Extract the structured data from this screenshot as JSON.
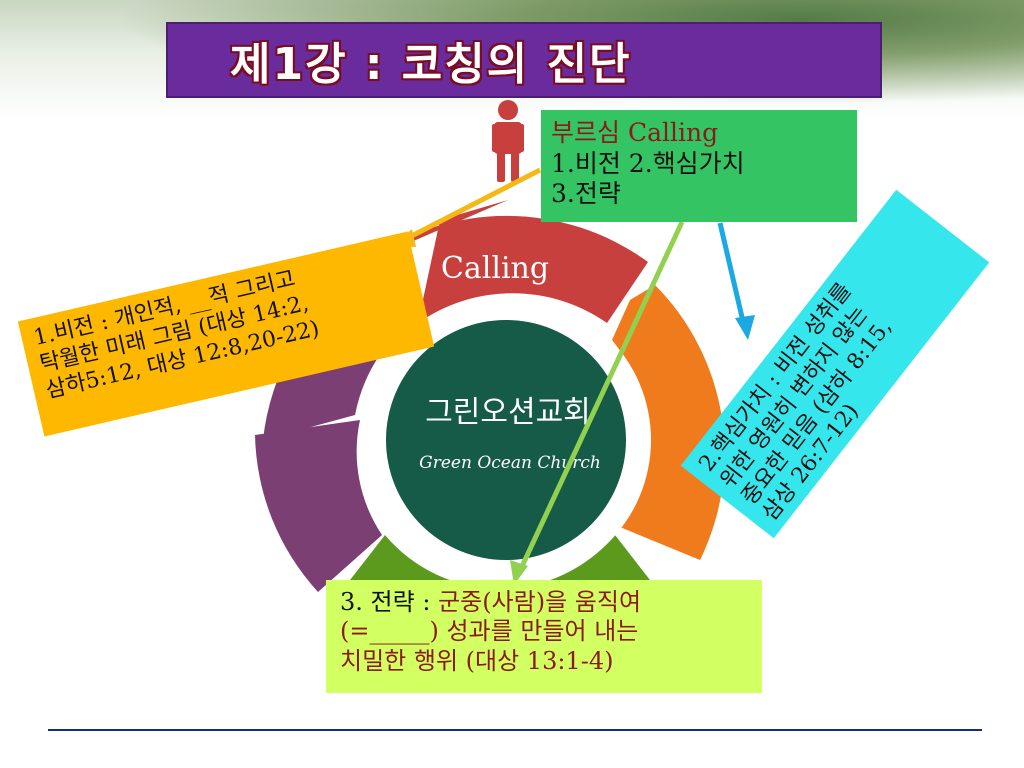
{
  "title": "제1강 : 코칭의 진단",
  "diagram": {
    "segment_label": "Calling",
    "center_title": "그린오션교회",
    "center_subtitle": "Green Ocean Church"
  },
  "notes": {
    "calling": {
      "heading": "부르심 Calling",
      "line1": "1.비전 2.핵심가치",
      "line2": "3.전략"
    },
    "vision": {
      "line1": "1.비전 : 개인적, __적 그리고",
      "line2": "탁월한 미래 그림 (대상 14:2,",
      "line3": "삼하5:12, 대상 12:8,20-22)"
    },
    "values": {
      "line1": "2.핵심가치 : 비전 성취를",
      "line2": "위한 영원히 변하지 않는",
      "line3": "중요한 믿음 (삼하 8:15,",
      "line4": "삼상 26:7-12)"
    },
    "strategy": {
      "lead": "3. 전략 : ",
      "line1": "군중(사람)을 움직여",
      "line2": "(=_____) 성과를 만들어 내는",
      "line3": "치밀한 행위 (대상 13:1-4)"
    }
  },
  "colors": {
    "title_bg": "#6a2b9c",
    "segment_red": "#c8403d",
    "segment_orange": "#f07b1c",
    "segment_green": "#5c9a1e",
    "segment_purple": "#7b3f74",
    "center": "#165a48",
    "arrow_orange": "#f5b815",
    "arrow_blue": "#1aa9e3",
    "arrow_green": "#92d050"
  }
}
